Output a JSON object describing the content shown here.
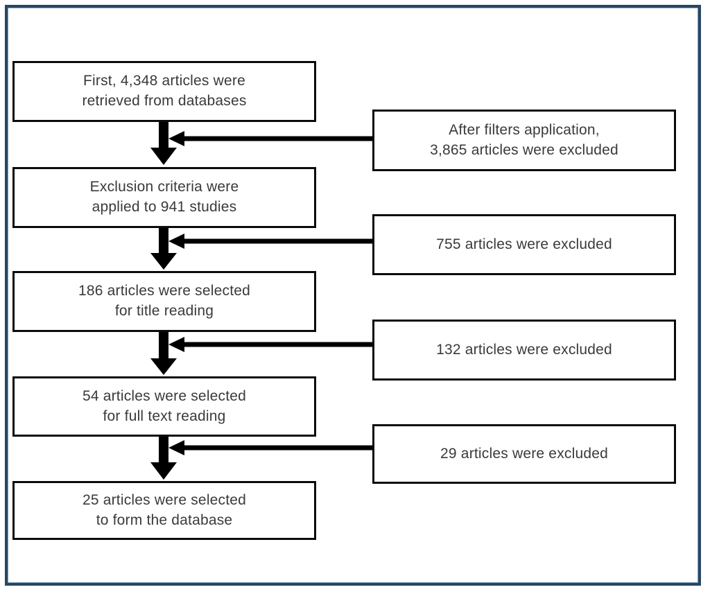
{
  "diagram": {
    "type": "flowchart",
    "description": "Article selection flow diagram",
    "main_steps": [
      {
        "id": "retrieved",
        "text": "First, 4,348 articles were\nretrieved from databases"
      },
      {
        "id": "exclusion-criteria",
        "text": "Exclusion criteria were\napplied to 941 studies"
      },
      {
        "id": "title-reading",
        "text": "186 articles were selected\nfor title reading"
      },
      {
        "id": "full-text-reading",
        "text": "54 articles were selected\nfor full text reading"
      },
      {
        "id": "database",
        "text": "25 articles were selected\nto form the database"
      }
    ],
    "exclusion_steps": [
      {
        "id": "filters-excluded",
        "text": "After filters application,\n3,865 articles were excluded"
      },
      {
        "id": "excluded-755",
        "text": "755 articles were excluded"
      },
      {
        "id": "excluded-132",
        "text": "132 articles were excluded"
      },
      {
        "id": "excluded-29",
        "text": "29 articles were excluded"
      }
    ],
    "colors": {
      "frame_border": "#274764",
      "box_border": "#0b0b0b",
      "text": "#3a3a3a",
      "arrow": "#000000"
    }
  }
}
